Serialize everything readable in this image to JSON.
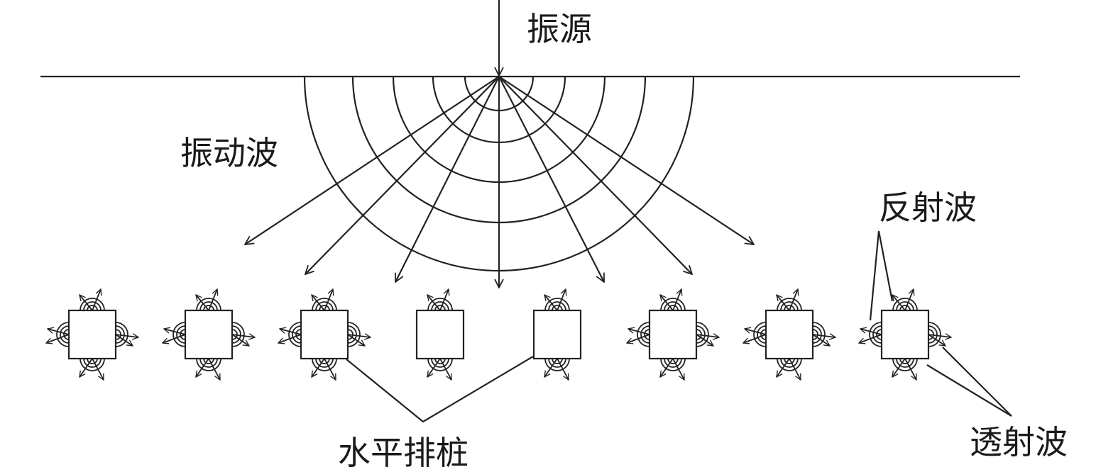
{
  "labels": {
    "source": "振源",
    "vibration_wave": "振动波",
    "reflected_wave": "反射波",
    "transmitted_wave": "透射波",
    "pile_row": "水平排桩"
  },
  "colors": {
    "line": "#222222",
    "background": "#ffffff"
  }
}
